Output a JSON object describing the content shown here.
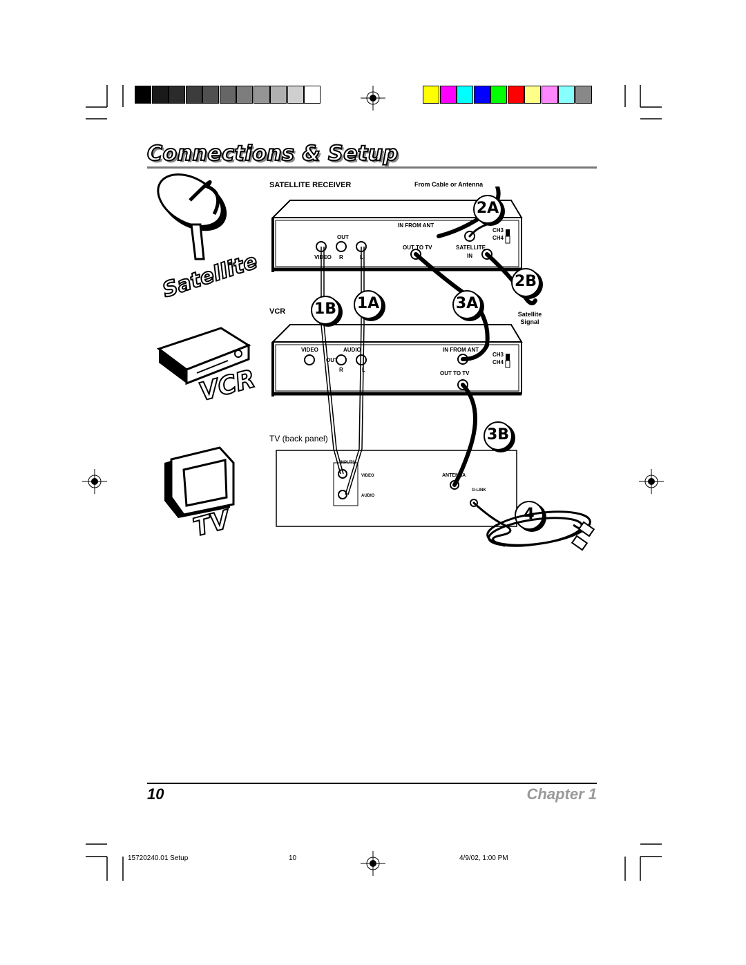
{
  "colors": {
    "accent_rule": "#777777",
    "bars_gray": [
      "#000000",
      "#1a1a1a",
      "#2b2b2b",
      "#3c3c3c",
      "#505050",
      "#666666",
      "#7d7d7d",
      "#959595",
      "#b0b0b0",
      "#cfcfcf",
      "#ffffff"
    ],
    "bars_color": [
      "#ffff00",
      "#ff00ff",
      "#00ffff",
      "#0000ff",
      "#00ff00",
      "#ff0000",
      "#ffff88",
      "#ff88ff",
      "#88ffff",
      "#888888"
    ]
  },
  "header": {
    "title": "Connections & Setup"
  },
  "devices": {
    "satellite": "Satellite",
    "vcr": "VCR",
    "tv": "TV"
  },
  "diagram": {
    "satellite_receiver": {
      "label": "SATELLITE RECEIVER",
      "source": "From Cable or Antenna",
      "in_from_ant": "IN FROM ANT",
      "out": "OUT",
      "video": "VIDEO",
      "r": "R",
      "l": "L",
      "out_to_tv": "OUT TO TV",
      "satellite": "SATELLITE",
      "in": "IN",
      "ch3": "CH3",
      "ch4": "CH4"
    },
    "vcr": {
      "label": "VCR",
      "video": "VIDEO",
      "audio": "AUDIO",
      "out": "OUT",
      "r": "R",
      "l": "L",
      "in_from_ant": "IN FROM ANT",
      "out_to_tv": "OUT TO TV",
      "ch3": "CH3",
      "ch4": "CH4"
    },
    "tv": {
      "label": "TV (back panel)",
      "inputs": "INPUTS",
      "video": "VIDEO",
      "audio": "AUDIO",
      "antenna": "ANTENNA",
      "glink": "G-LINK"
    },
    "satellite_signal": "Satellite Signal",
    "steps": [
      "2A",
      "2B",
      "1B",
      "1A",
      "3A",
      "3B",
      "4"
    ]
  },
  "footer": {
    "page_number": "10",
    "chapter": "Chapter 1",
    "slug": "15720240.01 Setup",
    "slug_page": "10",
    "slug_date": "4/9/02, 1:00 PM"
  }
}
